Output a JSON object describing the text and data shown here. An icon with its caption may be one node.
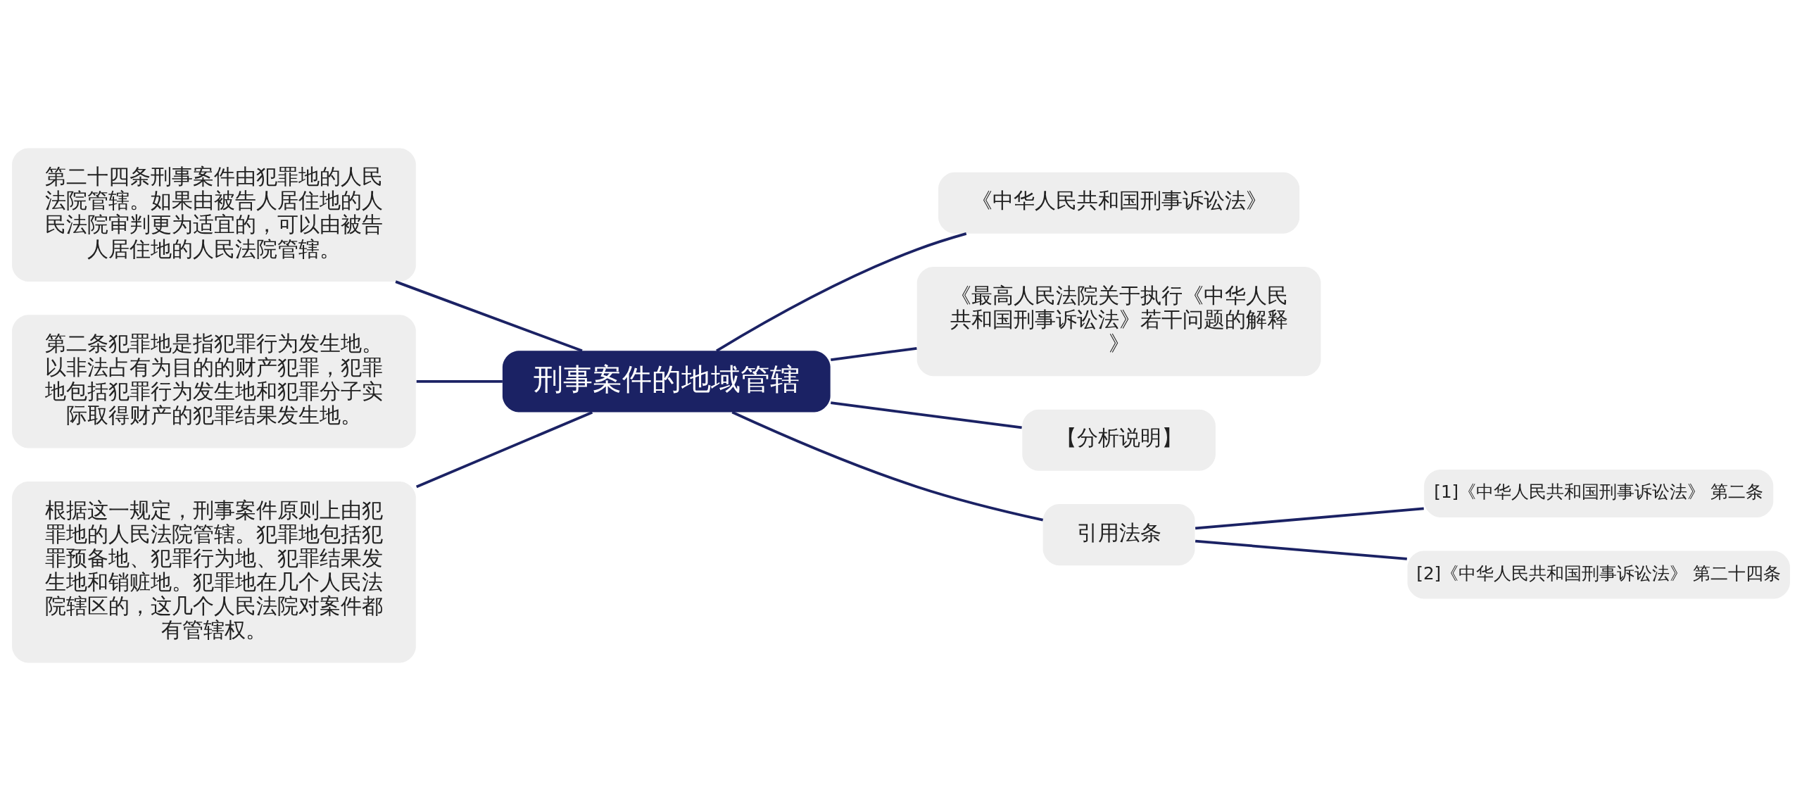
{
  "diagram": {
    "nodes": [
      {
        "text": [
          "刑事案件的地域管辖"
        ]
      },
      {
        "text": [
          "第二十四条刑事案件由犯罪地的人民法院管辖。如果由被告人居住地的人民法院审判更为适宜的，可以由被告人居住地的人民法院管辖。"
        ]
      },
      {
        "text": [
          "第二条犯罪地是指犯罪行为发生地。以非法占有为目的的财产犯罪，犯罪地包括犯罪行为发生地和犯罪分子实际取得财产的犯罪结果发生地。"
        ]
      },
      {
        "text": [
          "根据这一规定，刑事案件原则上由犯罪地的人民法院管辖。犯罪地包括犯罪预备地、犯罪行为地、犯罪结果发生地和销赃地。犯罪地在几个人民法院辖区的，这几个人民法院对案件都有管辖权。"
        ]
      },
      {
        "text": [
          "《中华人民共和国刑事诉讼法》"
        ]
      },
      {
        "text": [
          "《最高人民法院关于执行《中华人民共和国刑事诉讼法》若干问题的解释》"
        ]
      },
      {
        "text": [
          "【分析说明】"
        ]
      },
      {
        "text": [
          "引用法条"
        ]
      },
      {
        "text": [
          "[1]《中华人民共和国刑事诉讼法》 第二条"
        ]
      },
      {
        "text": [
          "[2]《中华人民共和国刑事诉讼法》 第二十四条"
        ]
      }
    ],
    "edges": [
      {
        "from": 0,
        "to": 1,
        "arrow": "none"
      },
      {
        "from": 0,
        "to": 2,
        "arrow": "none"
      },
      {
        "from": 0,
        "to": 3,
        "arrow": "none"
      },
      {
        "from": 0,
        "to": 4,
        "arrow": "none"
      },
      {
        "from": 0,
        "to": 5,
        "arrow": "none"
      },
      {
        "from": 0,
        "to": 6,
        "arrow": "none"
      },
      {
        "from": 0,
        "to": 7,
        "arrow": "none"
      },
      {
        "from": 7,
        "to": 8,
        "arrow": "none"
      },
      {
        "from": 7,
        "to": 9,
        "arrow": "none"
      }
    ]
  }
}
